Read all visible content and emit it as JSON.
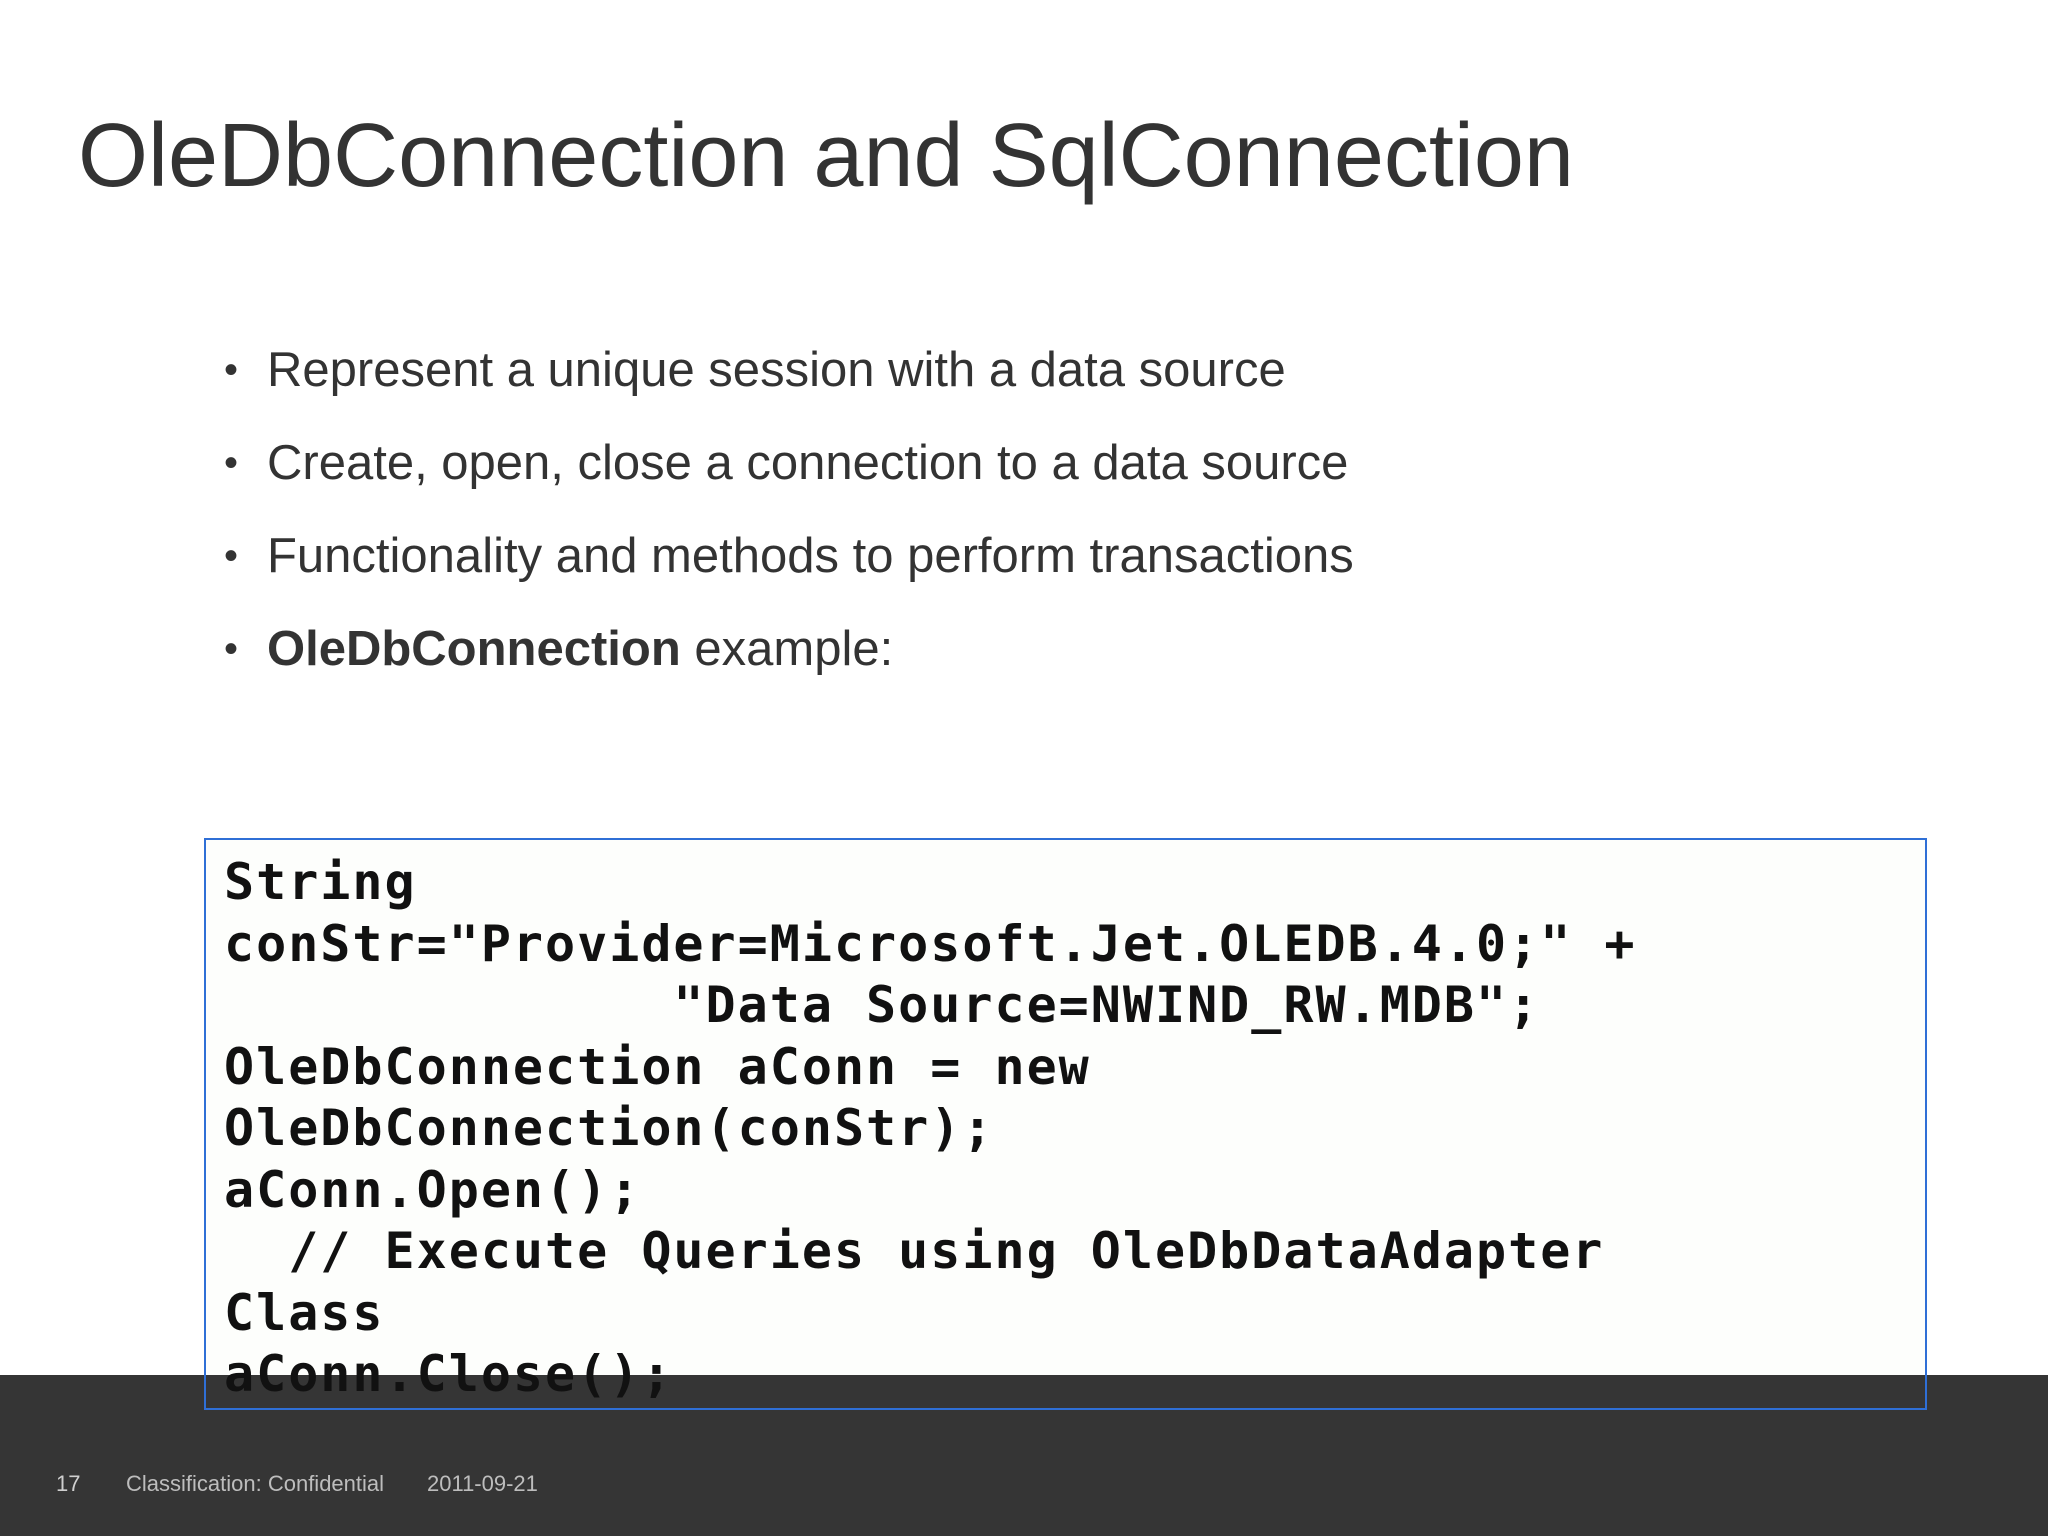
{
  "slide": {
    "title": "OleDbConnection and SqlConnection",
    "bullets": [
      {
        "text": "Represent a unique session with a data source"
      },
      {
        "text": "Create, open, close a connection to a data source"
      },
      {
        "text": "Functionality and methods to perform transactions"
      },
      {
        "bold": "OleDbConnection",
        "text": " example:"
      }
    ],
    "bullet_char": "•",
    "code_lines": [
      "String",
      "conStr=\"Provider=Microsoft.Jet.OLEDB.4.0;\" +",
      "              \"Data Source=NWIND_RW.MDB\";",
      "OleDbConnection aConn = new",
      "OleDbConnection(conStr);",
      "aConn.Open();",
      "  // Execute Queries using OleDbDataAdapter",
      "Class",
      "aConn.Close();"
    ]
  },
  "footer": {
    "page_number": "17",
    "classification": "Classification: Confidential",
    "date": "2011-09-21"
  },
  "colors": {
    "footer_background": "#353535",
    "code_border": "#2f6fd6",
    "text": "#333333"
  }
}
